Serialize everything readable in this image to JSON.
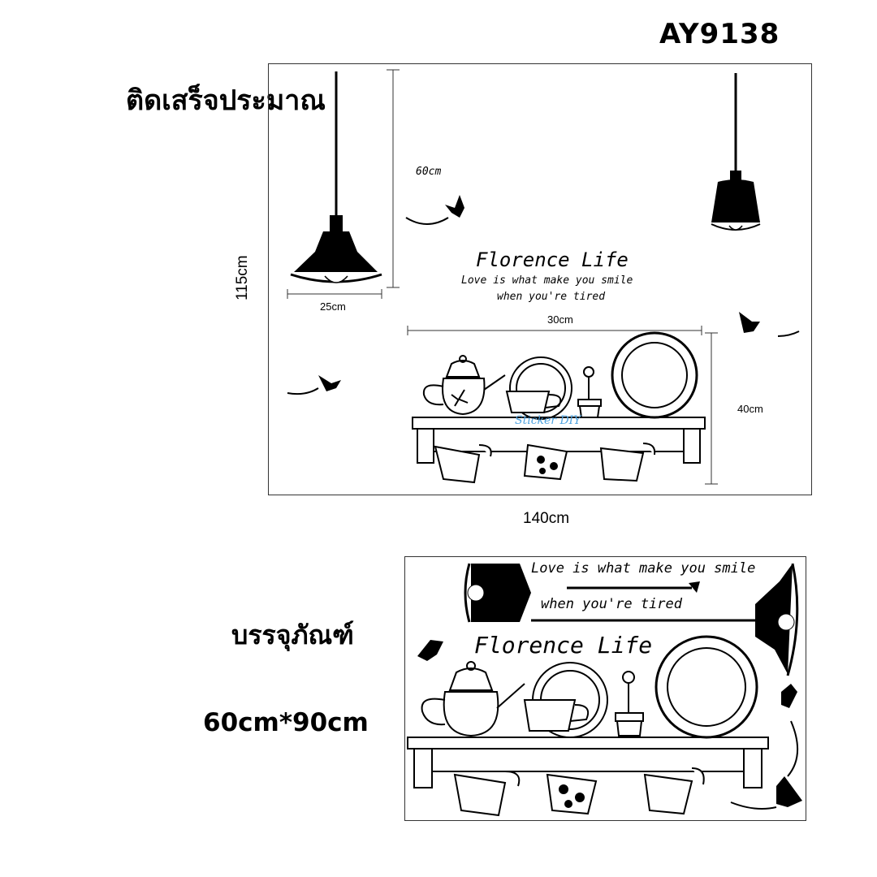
{
  "product_code": "AY9138",
  "installed_label": "ติดเสร็จประมาณ",
  "installed_preview": {
    "title": "Florence Life",
    "line1": "Love is what make you smile",
    "line2": "when you're tired",
    "dim_height": "115cm",
    "dim_width": "140cm",
    "dim_lamp_drop": "60cm",
    "dim_lamp_width": "25cm",
    "dim_shelf_width": "30cm",
    "dim_shelf_height": "40cm",
    "watermark": "Sticker DIY"
  },
  "package_label": "บรรจุภัณฑ์",
  "package_size": "60cm*90cm",
  "package_sheet": {
    "line1": "Love is what make you smile",
    "line2": "when you're tired",
    "title": "Florence Life"
  }
}
